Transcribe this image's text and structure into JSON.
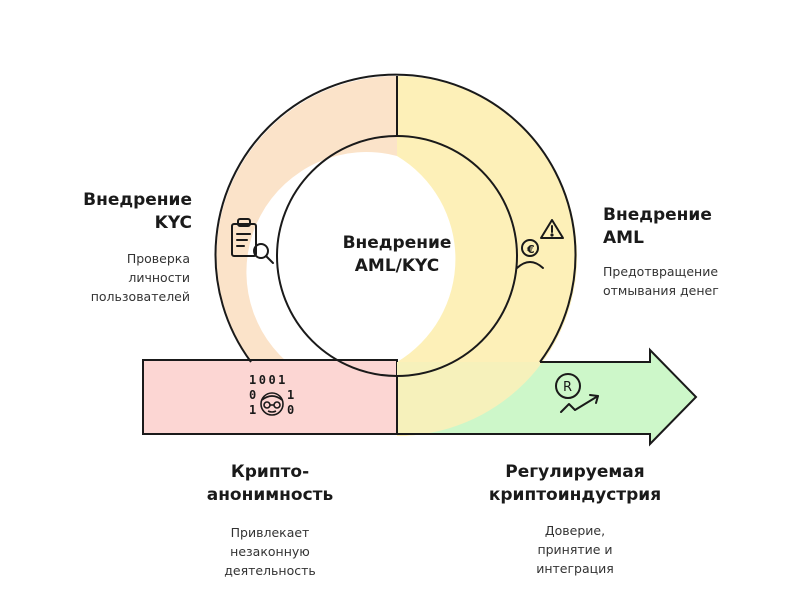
{
  "center": {
    "line1": "Внедрение",
    "line2": "AML/KYC"
  },
  "kyc": {
    "title_line1": "Внедрение",
    "title_line2": "KYC",
    "desc_line1": "Проверка",
    "desc_line2": "личности",
    "desc_line3": "пользователей",
    "icon": "clipboard-search-icon"
  },
  "aml": {
    "title_line1": "Внедрение",
    "title_line2": "AML",
    "desc_line1": "Предотвращение",
    "desc_line2": "отмывания денег",
    "icon": "euro-person-warning-icon"
  },
  "anon": {
    "title_line1": "Крипто-",
    "title_line2": "анонимность",
    "desc_line1": "Привлекает",
    "desc_line2": "незаконную",
    "desc_line3": "деятельность",
    "icon": "binary-masked-person-icon",
    "binary_row1": "1001",
    "binary_row2_left": "0",
    "binary_row2_right": "1",
    "binary_row3_left": "1",
    "binary_row3_right": "0"
  },
  "regulated": {
    "title_line1": "Регулируемая",
    "title_line2": "криптоиндустрия",
    "desc_line1": "Доверие,",
    "desc_line2": "принятие и",
    "desc_line3": "интеграция",
    "icon": "registered-trend-icon",
    "icon_letter": "R"
  },
  "colors": {
    "kyc": "#fbe3c9",
    "aml": "#fdf0b8",
    "anon": "#fcd6d3",
    "regulated": "#cdf7c9",
    "outline": "#1a1a1a"
  }
}
